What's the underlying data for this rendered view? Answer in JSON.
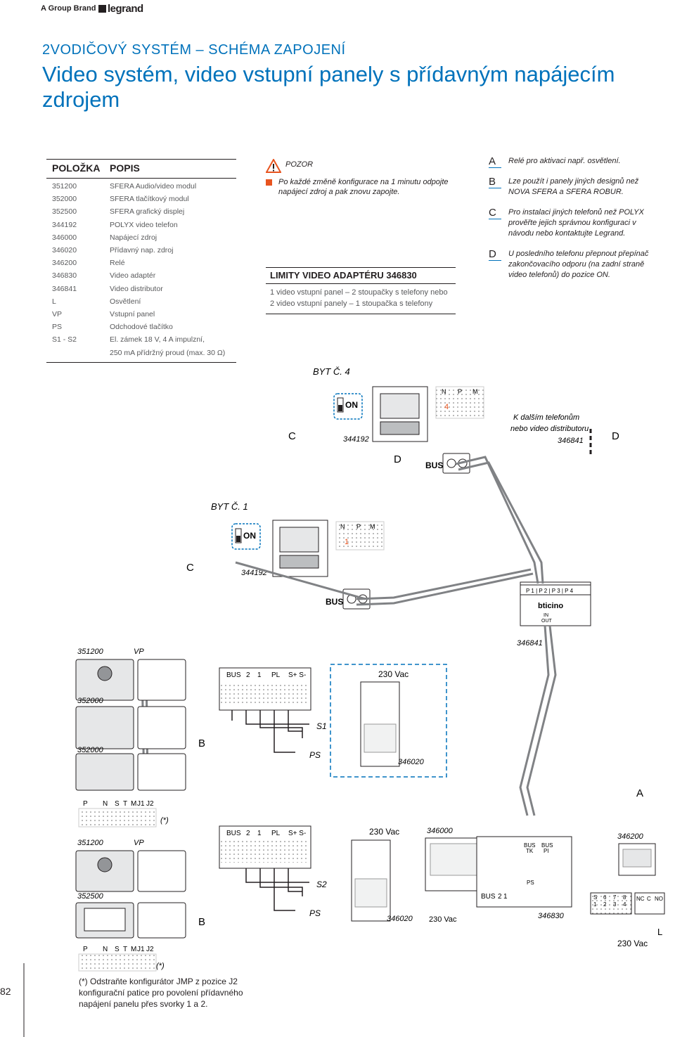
{
  "header": {
    "group": "A Group  Brand",
    "logo": "legrand"
  },
  "section_title": "2VODIČOVÝ SYSTÉM – SCHÉMA ZAPOJENÍ",
  "main_title": "Video systém, video vstupní panely s přídavným napájecím zdrojem",
  "table": {
    "head": [
      "POLOŽKA",
      "POPIS"
    ],
    "rows": [
      {
        "code": "351200",
        "desc": "SFERA Audio/video modul"
      },
      {
        "code": "352000",
        "desc": "SFERA tlačítkový modul"
      },
      {
        "code": "352500",
        "desc": "SFERA grafický displej"
      },
      {
        "code": "344192",
        "desc": "POLYX video telefon"
      },
      {
        "code": "346000",
        "desc": "Napájecí zdroj"
      },
      {
        "code": "346020",
        "desc": "Přídavný nap. zdroj"
      },
      {
        "code": "346200",
        "desc": "Relé"
      },
      {
        "code": "346830",
        "desc": "Video adaptér"
      },
      {
        "code": "346841",
        "desc": "Video distributor"
      },
      {
        "code": "L",
        "desc": "Osvětlení"
      },
      {
        "code": "VP",
        "desc": "Vstupní panel"
      },
      {
        "code": "PS",
        "desc": "Odchodové tlačítko"
      },
      {
        "code": "S1 - S2",
        "desc": "El. zámek 18 V, 4 A impulzní,"
      },
      {
        "code": "",
        "desc": "250 mA přídržný proud (max. 30 Ω)"
      }
    ]
  },
  "warning": {
    "title": "POZOR",
    "text": "Po každé změně konfigurace na 1 minutu odpojte napájecí zdroj a pak znovu zapojte."
  },
  "limits": {
    "title": "LIMITY VIDEO ADAPTÉRU 346830",
    "lines": [
      "1 video vstupní panel – 2 stoupačky s telefony nebo",
      "2 video vstupní panely – 1 stoupačka s telefony"
    ]
  },
  "notes": [
    {
      "key": "A",
      "text": "Relé pro aktivaci např. osvětlení."
    },
    {
      "key": "B",
      "text": "Lze použít i panely jiných designů než NOVA SFERA a SFERA ROBUR."
    },
    {
      "key": "C",
      "text": "Pro instalaci jiných telefonů než POLYX prověřte jejich správnou konfiguraci v návodu nebo kontaktujte Legrand."
    },
    {
      "key": "D",
      "text": "U posledního telefonu přepnout přepínač zakončovacího odporu (na zadní straně video telefonů) do pozice ON."
    }
  ],
  "diagram": {
    "byt4": "BYT Č. 4",
    "byt1": "BYT Č. 1",
    "on": "ON",
    "phone": "344192",
    "bus": "BUS",
    "nxt": [
      "K dalším telefonům",
      "nebo video distributoru",
      "346841"
    ],
    "npm": [
      "N",
      "P",
      "M"
    ],
    "four": "4",
    "one": "1",
    "c": "C",
    "d": "D",
    "b": "B",
    "a": "A",
    "distributor": "346841",
    "dist_ports": "P 1 | P 2 | P 3 | P 4",
    "dist_brand": "bticino",
    "dist_in": "IN",
    "dist_out": "OUT",
    "p351": "351200",
    "p352": "352000",
    "p3522": "352000",
    "p352500": "352500",
    "vp": "VP",
    "vac": "230 Vac",
    "s1": "S1",
    "s2": "S2",
    "ps": "PS",
    "p346020": "346020",
    "p346000": "346000",
    "p346200": "346200",
    "p346830": "346830",
    "term_bus": "BUS",
    "term_2": "2",
    "term_1": "1",
    "term_pl": "PL",
    "term_s": "S+  S-",
    "jumpers": [
      "P",
      "N",
      "S",
      "T",
      "M",
      "J1",
      "J2"
    ],
    "jmp": [
      "J",
      "M",
      "P"
    ],
    "star": "(*)",
    "bus_tk": [
      "BUS",
      "TK"
    ],
    "bus_pi": [
      "BUS",
      "PI"
    ],
    "relay_terms": [
      "NC",
      "C",
      "NO"
    ],
    "adapter_top": [
      "S",
      "6",
      "7",
      "8"
    ],
    "adapter_bot": [
      "1",
      "2",
      "3",
      "4"
    ],
    "l": "L"
  },
  "footnote": "(*) Odstraňte konfigurátor JMP z pozice J2 konfigurační patice pro povolení přídavného napájení panelu přes svorky 1 a 2.",
  "page_number": "82",
  "colors": {
    "accent": "#0072bb",
    "orange": "#e8541f",
    "wire": "#808285"
  }
}
